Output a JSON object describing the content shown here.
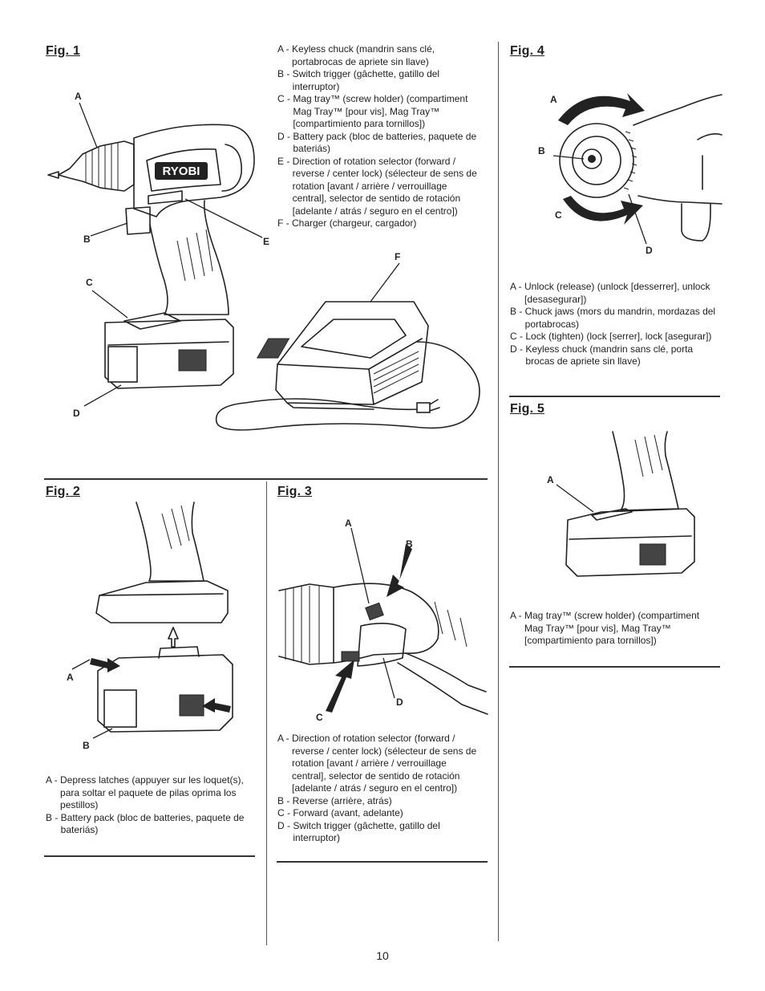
{
  "fig1": {
    "title": "Fig. 1",
    "callouts": {
      "a": "A",
      "b": "B",
      "c": "C",
      "d": "D",
      "e": "E",
      "f": "F"
    },
    "brand_logo": "RYOBI",
    "legend": [
      {
        "key": "A - ",
        "text": "Keyless chuck (mandrin sans clé, portabrocas de apriete sin llave)"
      },
      {
        "key": "B - ",
        "text": "Switch trigger (gâchette, gatillo del interruptor)"
      },
      {
        "key": "C - ",
        "text": "Mag tray™ (screw holder) (compartiment Mag Tray™ [pour vis], Mag Tray™ [compartimiento para tornillos])"
      },
      {
        "key": "D - ",
        "text": "Battery pack (bloc de batteries, paquete de bateriás)"
      },
      {
        "key": "E - ",
        "text": "Direction of rotation selector (forward / reverse / center lock) (sélecteur de sens de rotation [avant / arrière / verrouillage central], selector de sentido de rotación [adelante / atrás / seguro en el centro])"
      },
      {
        "key": "F - ",
        "text": "Charger (chargeur, cargador)"
      }
    ]
  },
  "fig2": {
    "title": "Fig. 2",
    "callouts": {
      "a": "A",
      "b": "B"
    },
    "legend": [
      {
        "key": "A - ",
        "text": "Depress latches (appuyer sur les loquet(s), para soltar el paquete de pilas oprima los pestillos)"
      },
      {
        "key": "B - ",
        "text": "Battery pack (bloc de batteries, paquete de bateriás)"
      }
    ]
  },
  "fig3": {
    "title": "Fig. 3",
    "callouts": {
      "a": "A",
      "b": "B",
      "c": "C",
      "d": "D"
    },
    "legend": [
      {
        "key": "A - ",
        "text": "Direction of rotation selector (forward / reverse / center lock) (sélecteur de sens de rotation [avant / arrière / verrouillage central], selector de sentido de rotación [adelante / atrás / seguro en el centro])"
      },
      {
        "key": "B - ",
        "text": "Reverse (arrière, atrás)"
      },
      {
        "key": "C - ",
        "text": "Forward (avant, adelante)"
      },
      {
        "key": "D - ",
        "text": "Switch trigger (gâchette, gatillo del interruptor)"
      }
    ]
  },
  "fig4": {
    "title": "Fig. 4",
    "callouts": {
      "a": "A",
      "b": "B",
      "c": "C",
      "d": "D"
    },
    "legend": [
      {
        "key": "A - ",
        "text": "Unlock (release) (unlock [desserrer], unlock [desasegurar])"
      },
      {
        "key": "B - ",
        "text": "Chuck jaws (mors du mandrin, mordazas del portabrocas)"
      },
      {
        "key": "C - ",
        "text": "Lock (tighten) (lock [serrer], lock [asegurar])"
      },
      {
        "key": "D - ",
        "text": "Keyless chuck (mandrin sans clé, porta brocas de apriete sin llave)"
      }
    ]
  },
  "fig5": {
    "title": "Fig. 5",
    "callouts": {
      "a": "A"
    },
    "legend": [
      {
        "key": "A - ",
        "text": "Mag tray™ (screw holder) (compartiment Mag Tray™ [pour vis], Mag Tray™ [compartimiento para tornillos])"
      }
    ]
  },
  "page_number": "10"
}
